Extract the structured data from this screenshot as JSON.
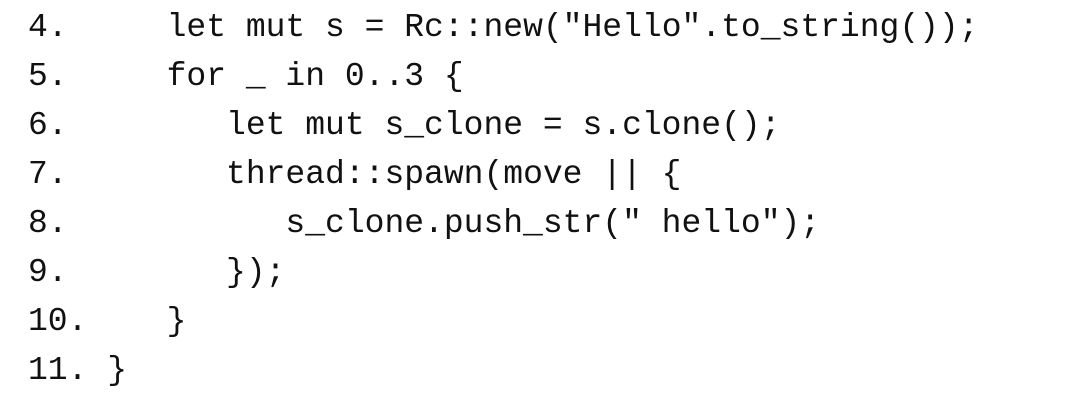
{
  "code_block": {
    "language": "rust",
    "lines": [
      {
        "number": "4.",
        "indent": 1,
        "code": "let mut s = Rc::new(\"Hello\".to_string());"
      },
      {
        "number": "5.",
        "indent": 1,
        "code": "for _ in 0..3 {"
      },
      {
        "number": "6.",
        "indent": 2,
        "code": "let mut s_clone = s.clone();"
      },
      {
        "number": "7.",
        "indent": 2,
        "code": "thread::spawn(move || {"
      },
      {
        "number": "8.",
        "indent": 3,
        "code": "s_clone.push_str(\" hello\");"
      },
      {
        "number": "9.",
        "indent": 2,
        "code": "});"
      },
      {
        "number": "10.",
        "indent": 1,
        "code": "}"
      },
      {
        "number": "11.",
        "indent": 0,
        "code": "}"
      }
    ]
  }
}
